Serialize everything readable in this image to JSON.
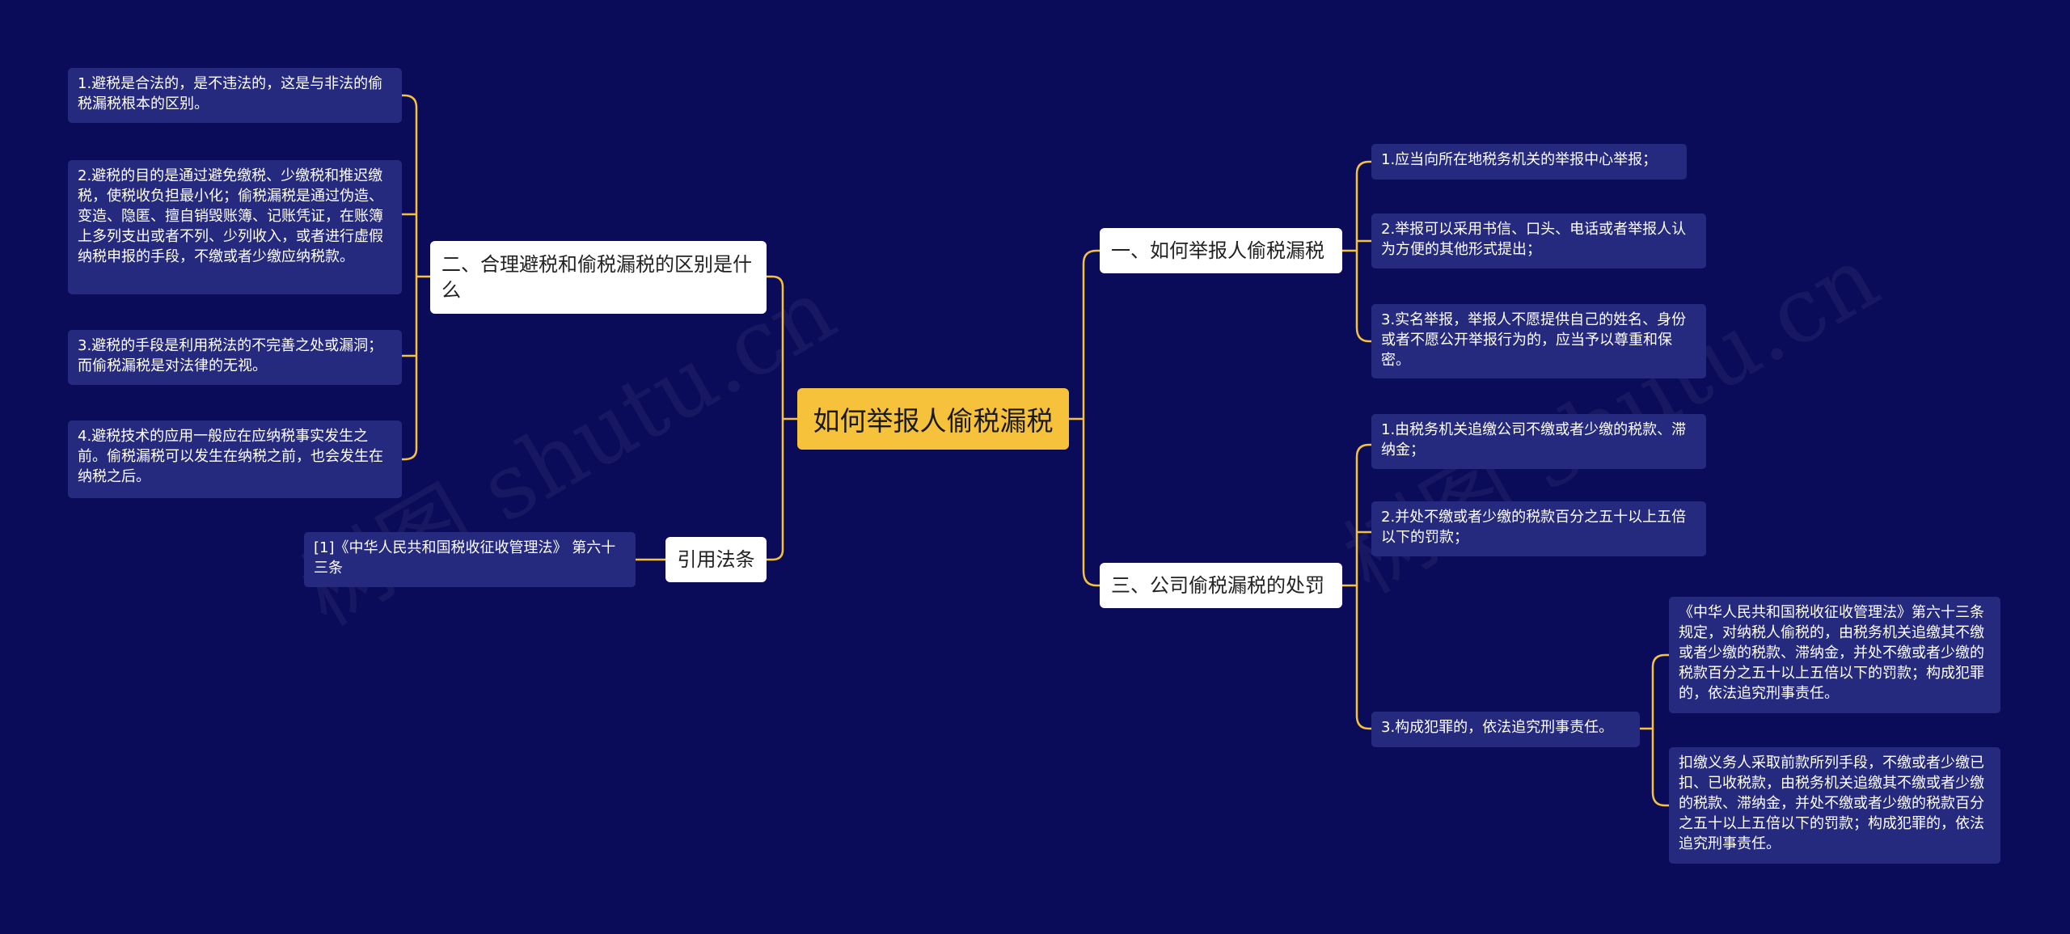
{
  "watermark": "树图 shutu.cn",
  "colors": {
    "background": "#0b0c59",
    "line": "#f7c23b",
    "root": "#f7c23b",
    "branch": "#ffffff",
    "leaf": "#262a7e"
  },
  "root": {
    "label": "如何举报人偷税漏税"
  },
  "branches": {
    "b1": {
      "label": "一、如何举报人偷税漏税",
      "leaves": [
        "1.应当向所在地税务机关的举报中心举报；",
        "2.举报可以采用书信、口头、电话或者举报人认为方便的其他形式提出；",
        "3.实名举报，举报人不愿提供自己的姓名、身份或者不愿公开举报行为的，应当予以尊重和保密。"
      ]
    },
    "b2": {
      "label": "二、合理避税和偷税漏税的区别是什么",
      "leaves": [
        "1.避税是合法的，是不违法的，这是与非法的偷税漏税根本的区别。",
        "2.避税的目的是通过避免缴税、少缴税和推迟缴税，使税收负担最小化；偷税漏税是通过伪造、变造、隐匿、擅自销毁账簿、记账凭证，在账簿上多列支出或者不列、少列收入，或者进行虚假纳税申报的手段，不缴或者少缴应纳税款。",
        "3.避税的手段是利用税法的不完善之处或漏洞；而偷税漏税是对法律的无视。",
        "4.避税技术的应用一般应在应纳税事实发生之前。偷税漏税可以发生在纳税之前，也会发生在纳税之后。"
      ]
    },
    "b3": {
      "label": "三、公司偷税漏税的处罚",
      "leaves": [
        "1.由税务机关追缴公司不缴或者少缴的税款、滞纳金；",
        "2.并处不缴或者少缴的税款百分之五十以上五倍以下的罚款；",
        "3.构成犯罪的，依法追究刑事责任。"
      ],
      "sub_leaves": [
        "《中华人民共和国税收征收管理法》第六十三条规定，对纳税人偷税的，由税务机关追缴其不缴或者少缴的税款、滞纳金，并处不缴或者少缴的税款百分之五十以上五倍以下的罚款；构成犯罪的，依法追究刑事责任。",
        "扣缴义务人采取前款所列手段，不缴或者少缴已扣、已收税款，由税务机关追缴其不缴或者少缴的税款、滞纳金，并处不缴或者少缴的税款百分之五十以上五倍以下的罚款；构成犯罪的，依法追究刑事责任。"
      ]
    },
    "b4": {
      "label": "引用法条",
      "leaves": [
        "[1]《中华人民共和国税收征收管理法》 第六十三条"
      ]
    }
  }
}
